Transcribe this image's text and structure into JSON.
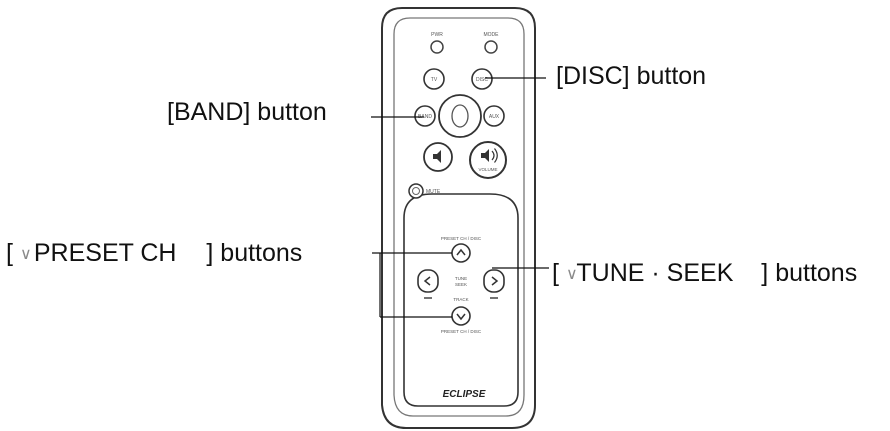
{
  "callouts": {
    "disc": "[DISC] button",
    "band": "[BAND] button",
    "preset_left": "[",
    "preset_mid": "PRESET CH",
    "preset_right": "] buttons",
    "tune_left": "[",
    "tune_mid": "TUNE · SEEK",
    "tune_right": "] buttons"
  },
  "remote": {
    "pwr": "PWR",
    "mode": "MODE",
    "tv": "TV",
    "disc": "DISC",
    "band": "BAND",
    "aux": "AUX",
    "volume": "VOLUME",
    "mute": "MUTE",
    "preset_top": "PRESET CH / DISC",
    "tune": "TUNE",
    "seek": "SEEK",
    "track": "TRACK",
    "preset_bottom": "PRESET CH / DISC",
    "brand": "ECLIPSE"
  }
}
